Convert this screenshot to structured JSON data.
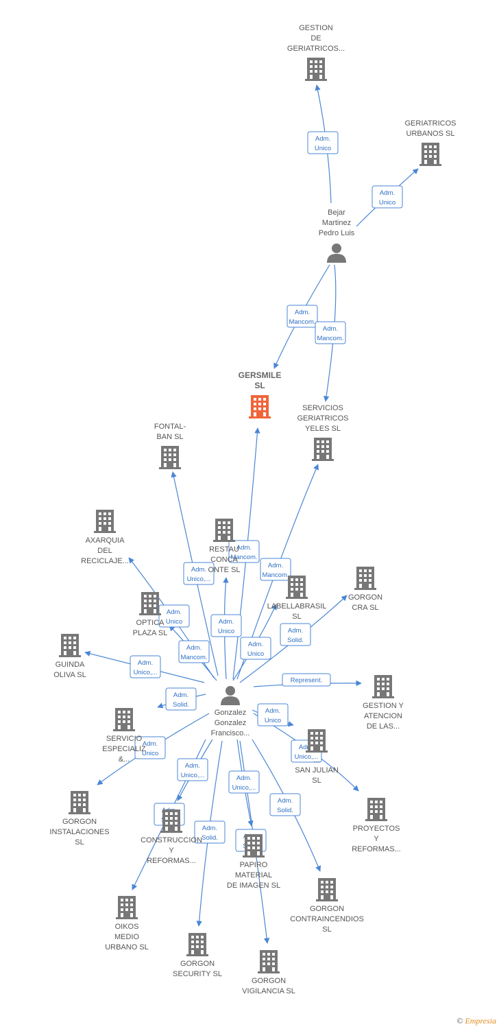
{
  "footer": {
    "copyright": "©",
    "brand": "Empresia"
  },
  "colors": {
    "edge": "#4a86d4",
    "building": "#777777",
    "highlight": "#f0643a",
    "person": "#777777"
  },
  "nodes": [
    {
      "id": "gestion_geriatricos",
      "type": "building",
      "lines": [
        "GESTION",
        "DE",
        "GERIATRICOS..."
      ]
    },
    {
      "id": "geriatricos_urbanos",
      "type": "building",
      "lines": [
        "GERIATRICOS",
        "URBANOS SL"
      ]
    },
    {
      "id": "bejar",
      "type": "person",
      "lines": [
        "Bejar",
        "Martinez",
        "Pedro Luis"
      ]
    },
    {
      "id": "gersmile",
      "type": "building",
      "highlight": true,
      "lines": [
        "GERSMILE",
        "SL"
      ]
    },
    {
      "id": "servicios_geriatricos",
      "type": "building",
      "lines": [
        "SERVICIOS",
        "GERIATRICOS",
        "YELES  SL"
      ]
    },
    {
      "id": "fontal",
      "type": "building",
      "lines": [
        "FONTAL-",
        "BAN  SL"
      ]
    },
    {
      "id": "axarquia",
      "type": "building",
      "lines": [
        "AXARQUIA",
        "DEL",
        "RECICLAJE..."
      ]
    },
    {
      "id": "restaurante",
      "type": "building",
      "lines": [
        "RESTAU",
        "CONCA",
        "ONTE  SL"
      ]
    },
    {
      "id": "labellabrasil",
      "type": "building",
      "lines": [
        "LABELLABRASIL",
        "SL"
      ]
    },
    {
      "id": "gorgon_cra",
      "type": "building",
      "lines": [
        "GORGON",
        "CRA  SL"
      ]
    },
    {
      "id": "optica",
      "type": "building",
      "lines": [
        "OPTICA",
        "PLAZA SL"
      ]
    },
    {
      "id": "guinda",
      "type": "building",
      "lines": [
        "GUINDA",
        "OLIVA SL"
      ]
    },
    {
      "id": "gonzalez",
      "type": "person",
      "lines": [
        "Gonzalez",
        "Gonzalez",
        "Francisco..."
      ]
    },
    {
      "id": "gestion_atencion",
      "type": "building",
      "lines": [
        "GESTION Y",
        "ATENCION",
        "DE LAS..."
      ]
    },
    {
      "id": "servicios_especializados",
      "type": "building",
      "lines": [
        "SERVICIO",
        "ESPECIALIZ",
        "&..."
      ]
    },
    {
      "id": "san_julian",
      "type": "building",
      "lines": [
        "...",
        "SAN JULIAN",
        "SL"
      ]
    },
    {
      "id": "gorgon_instalaciones",
      "type": "building",
      "lines": [
        "GORGON",
        "INSTALACIONES",
        "SL"
      ]
    },
    {
      "id": "proyectos",
      "type": "building",
      "lines": [
        "PROYECTOS",
        "Y",
        "REFORMAS..."
      ]
    },
    {
      "id": "construcciones",
      "type": "building",
      "lines": [
        "CONSTRUCCION",
        "Y",
        "REFORMAS..."
      ]
    },
    {
      "id": "papiro",
      "type": "building",
      "lines": [
        "PAPIRO",
        "MATERIAL",
        "DE IMAGEN  SL"
      ]
    },
    {
      "id": "oikos",
      "type": "building",
      "lines": [
        "OIKOS",
        "MEDIO",
        "URBANO SL"
      ]
    },
    {
      "id": "gorgon_contraincendios",
      "type": "building",
      "lines": [
        "GORGON",
        "CONTRAINCENDIOS",
        "SL"
      ]
    },
    {
      "id": "gorgon_security",
      "type": "building",
      "lines": [
        "GORGON",
        "SECURITY  SL"
      ]
    },
    {
      "id": "gorgon_vigilancia",
      "type": "building",
      "lines": [
        "GORGON",
        "VIGILANCIA  SL"
      ]
    }
  ],
  "edges": [
    {
      "from": "bejar",
      "to": "gestion_geriatricos",
      "label": [
        "Adm.",
        "Unico"
      ]
    },
    {
      "from": "bejar",
      "to": "geriatricos_urbanos",
      "label": [
        "Adm.",
        "Unico"
      ]
    },
    {
      "from": "bejar",
      "to": "gersmile",
      "label": [
        "Adm.",
        "Mancom."
      ]
    },
    {
      "from": "bejar",
      "to": "servicios_geriatricos",
      "label": [
        "Adm.",
        "Mancom."
      ]
    },
    {
      "from": "gonzalez",
      "to": "gersmile",
      "label": [
        "Adm.",
        "Mancom."
      ]
    },
    {
      "from": "gonzalez",
      "to": "servicios_geriatricos",
      "label": [
        "Adm.",
        "Mancom."
      ]
    },
    {
      "from": "gonzalez",
      "to": "fontal",
      "label": [
        "Adm.",
        "Unico,..."
      ]
    },
    {
      "from": "gonzalez",
      "to": "axarquia",
      "label": [
        "Adm.",
        "Unico"
      ]
    },
    {
      "from": "gonzalez",
      "to": "restaurante",
      "label": [
        "Adm.",
        "Unico"
      ]
    },
    {
      "from": "gonzalez",
      "to": "labellabrasil",
      "label": [
        "Adm.",
        "Unico"
      ]
    },
    {
      "from": "gonzalez",
      "to": "gorgon_cra",
      "label": [
        "Adm.",
        "Solid."
      ]
    },
    {
      "from": "gonzalez",
      "to": "optica",
      "label": [
        "Adm.",
        "Mancom."
      ]
    },
    {
      "from": "gonzalez",
      "to": "guinda",
      "label": [
        "Adm.",
        "Unico,..."
      ]
    },
    {
      "from": "gonzalez",
      "to": "gestion_atencion",
      "label": [
        "Represent."
      ]
    },
    {
      "from": "gonzalez",
      "to": "servicios_especializados",
      "label": [
        "Adm.",
        "Solid."
      ]
    },
    {
      "from": "gonzalez",
      "to": "san_julian",
      "label": [
        "Adm.",
        "Unico"
      ]
    },
    {
      "from": "gonzalez",
      "to": "gorgon_instalaciones",
      "label": [
        "Adm.",
        "Unico"
      ]
    },
    {
      "from": "gonzalez",
      "to": "proyectos",
      "label": [
        "Adm.",
        "Unico,..."
      ]
    },
    {
      "from": "gonzalez",
      "to": "construcciones",
      "label": [
        "Adm.",
        "Unico,..."
      ]
    },
    {
      "from": "gonzalez",
      "to": "papiro",
      "label": [
        "Adm.",
        "Unico,..."
      ]
    },
    {
      "from": "gonzalez",
      "to": "oikos",
      "label": [
        "Adm.",
        "Solid."
      ]
    },
    {
      "from": "gonzalez",
      "to": "gorgon_contraincendios",
      "label": [
        "Adm.",
        "Solid."
      ]
    },
    {
      "from": "gonzalez",
      "to": "gorgon_security",
      "label": [
        "Adm.",
        "Solid."
      ]
    },
    {
      "from": "gonzalez",
      "to": "gorgon_vigilancia",
      "label": [
        "Adm.",
        "Solid."
      ]
    }
  ]
}
